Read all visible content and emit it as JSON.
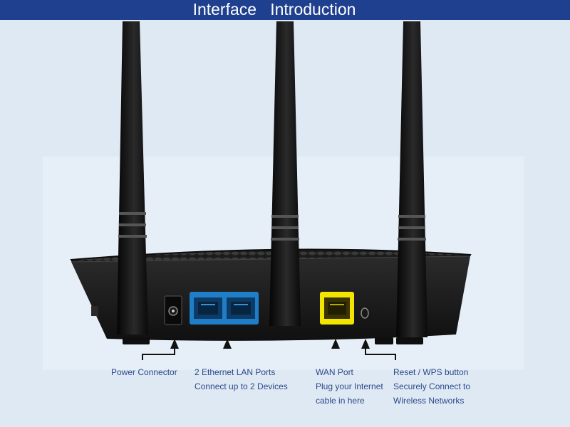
{
  "header": {
    "title": "Interface   Introduction"
  },
  "colors": {
    "header_bg": "#1f3f8f",
    "label_text": "#2b4a8a",
    "lan_port": "#1e7fc8",
    "wan_port": "#f2e600",
    "router_body": "#1a1a1a"
  },
  "callouts": {
    "power": {
      "line1": "Power Connector"
    },
    "lan": {
      "line1": "2 Ethernet LAN Ports",
      "line2": "Connect up to 2 Devices"
    },
    "wan": {
      "line1": "WAN Port",
      "line2": "Plug your Internet",
      "line3": "cable in here"
    },
    "reset": {
      "line1": "Reset / WPS button",
      "line2": "Securely Connect to",
      "line3": "Wireless Networks"
    }
  },
  "ports": {
    "lan_count": 2,
    "wan_count": 1
  }
}
